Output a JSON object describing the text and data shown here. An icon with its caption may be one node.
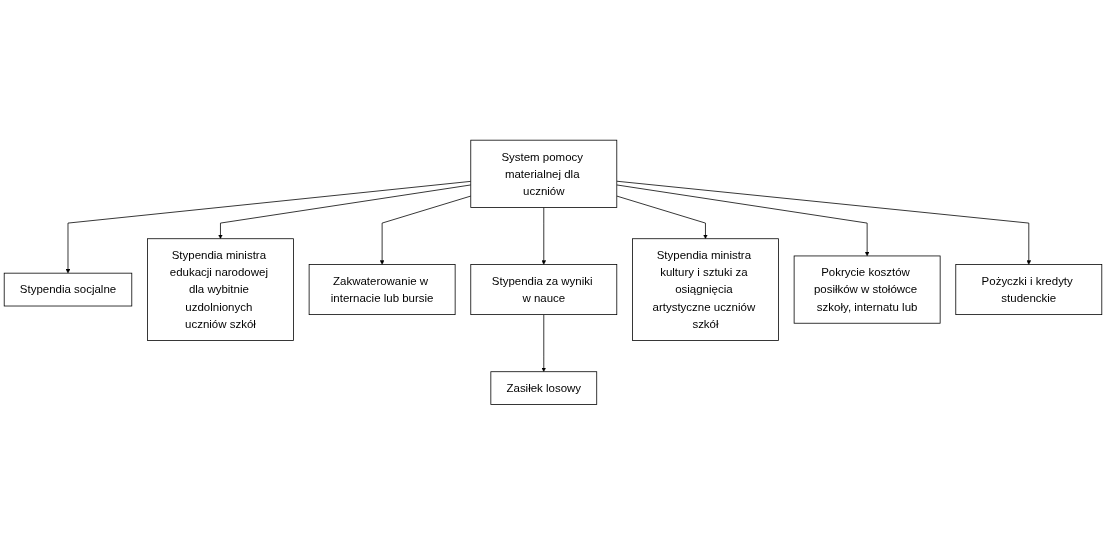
{
  "diagram": {
    "nodes": [
      {
        "text": [
          "System pomocy materialnej dla uczniów"
        ]
      },
      {
        "text": [
          "Stypendia socjalne"
        ]
      },
      {
        "text": [
          "Stypendia ministra edukacji narodowej dla wybitnie uzdolnionych uczniów szkół"
        ]
      },
      {
        "text": [
          "Zakwaterowanie w internacie lub bursie"
        ]
      },
      {
        "text": [
          "Stypendia za wyniki w nauce"
        ]
      },
      {
        "text": [
          "Stypendia ministra kultury i sztuki za osiągnięcia artystyczne uczniów szkół"
        ]
      },
      {
        "text": [
          "Pokrycie kosztów posiłków w stołówce szkoły, internatu lub"
        ]
      },
      {
        "text": [
          "Zasiłek losowy"
        ]
      },
      {
        "text": [
          "Pożyczki i kredyty studenckie"
        ]
      }
    ],
    "edges": [
      {
        "from": 0,
        "to": 1,
        "arrow": "to"
      },
      {
        "from": 0,
        "to": 2,
        "arrow": "to"
      },
      {
        "from": 0,
        "to": 3,
        "arrow": "to"
      },
      {
        "from": 0,
        "to": 4,
        "arrow": "to"
      },
      {
        "from": 0,
        "to": 5,
        "arrow": "to"
      },
      {
        "from": 0,
        "to": 6,
        "arrow": "to"
      },
      {
        "from": 0,
        "to": 8,
        "arrow": "to"
      },
      {
        "from": 4,
        "to": 7,
        "arrow": "to"
      }
    ]
  }
}
